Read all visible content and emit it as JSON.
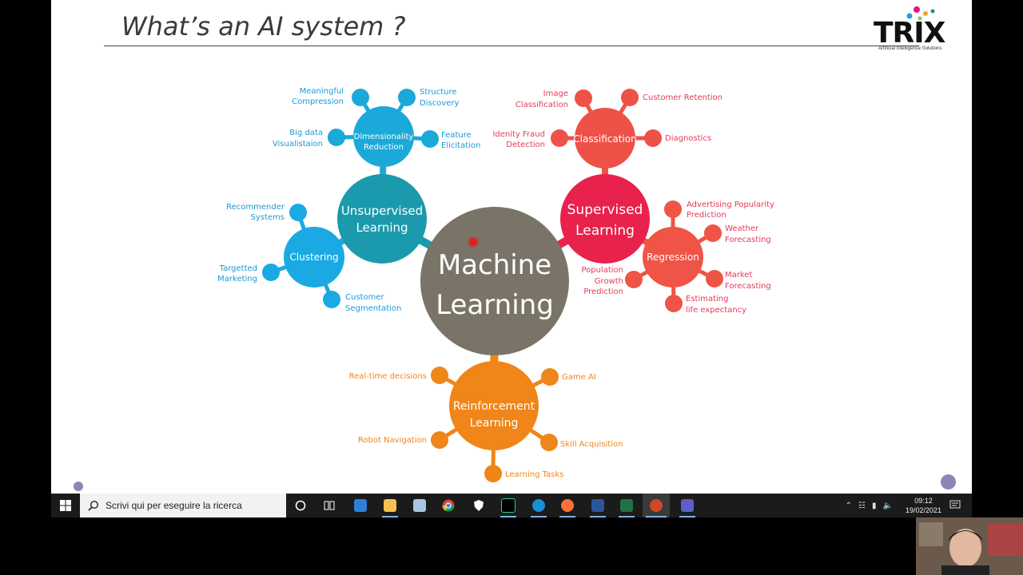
{
  "slide": {
    "title": "What’s an AI system ?",
    "logo": {
      "text": "TRIX",
      "subtitle": "Artificial Intelligence Solutions"
    }
  },
  "diagram": {
    "center": {
      "line1": "Machine",
      "line2": "Learning",
      "color": "#797467"
    },
    "unsupervised": {
      "line1": "Unsupervised",
      "line2": "Learning",
      "color": "#1a9aac",
      "dimensionality": {
        "line1": "Dimensionality",
        "line2": "Reduction",
        "color": "#1aa9d9",
        "meaningful": [
          "Meaningful",
          "Compression"
        ],
        "structure": [
          "Structure",
          "Discovery"
        ],
        "bigdata": [
          "Big data",
          "Visualistaion"
        ],
        "feature": [
          "Feature",
          "Elicitation"
        ]
      },
      "clustering": {
        "label": "Clustering",
        "color": "#1aa9e3",
        "recommender": [
          "Recommender",
          "Systems"
        ],
        "targetted": [
          "Targetted",
          "Marketing"
        ],
        "customer": [
          "Customer",
          "Segmentation"
        ]
      }
    },
    "supervised": {
      "line1": "Supervised",
      "line2": "Learning",
      "color": "#e8224d",
      "classification": {
        "label": "Classification",
        "color": "#ee5147",
        "image": [
          "Image",
          "Classification"
        ],
        "retention": "Customer Retention",
        "fraud": [
          "Idenity Fraud",
          "Detection"
        ],
        "diagnostics": "Diagnostics"
      },
      "regression": {
        "label": "Regression",
        "color": "#ef5446",
        "advertising": [
          "Advertising Popularity",
          "Prediction"
        ],
        "weather": [
          "Weather",
          "Forecasting"
        ],
        "population": [
          "Population",
          "Growth",
          "Prediction"
        ],
        "market": [
          "Market",
          "Forecasting"
        ],
        "life": [
          "Estimating",
          "life expectancy"
        ]
      }
    },
    "reinforcement": {
      "line1": "Reinforcement",
      "line2": "Learning",
      "color": "#f08519",
      "realtime": "Real-time decisions",
      "gameai": "Game AI",
      "robot": "Robot Navigation",
      "skill": "Skill Acquisition",
      "tasks": "Learning Tasks"
    }
  },
  "taskbar": {
    "search_placeholder": "Scrivi qui per eseguire la ricerca",
    "clock_time": "09:12",
    "clock_date": "19/02/2021"
  },
  "colors": {
    "taskbar": "#1b1b1b",
    "blue_text": "#1a9ad6",
    "red_text": "#e23c5a",
    "orange_text": "#f08519"
  }
}
